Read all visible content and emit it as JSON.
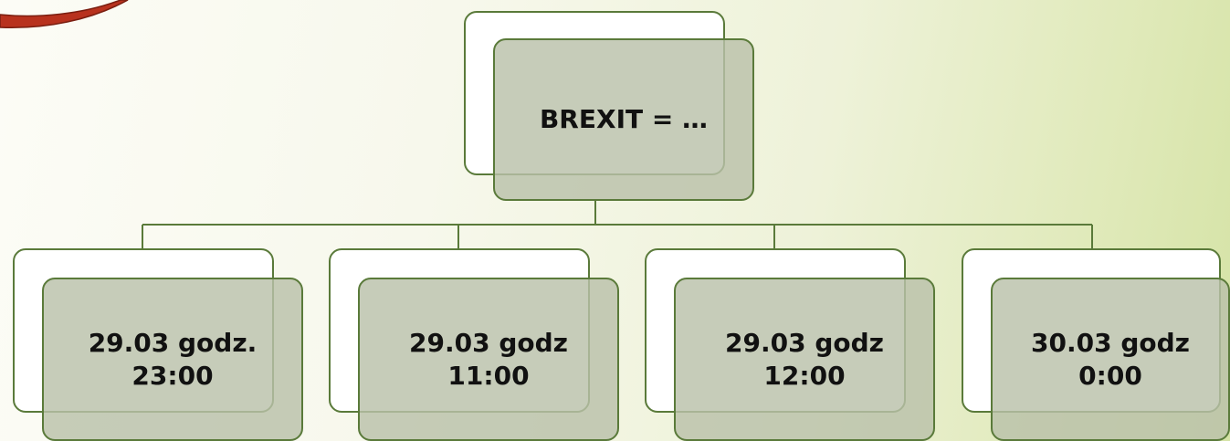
{
  "colors": {
    "border": "#5a7a3a",
    "front_fill": "#b9c1aa",
    "back_fill": "#ffffff",
    "connector": "#5a7a3a",
    "swoosh": "#b8321e"
  },
  "root": {
    "label": "BREXIT = …"
  },
  "children": [
    {
      "label": "29.03 godz.\n23:00"
    },
    {
      "label": "29.03 godz\n11:00"
    },
    {
      "label": "29.03 godz\n12:00"
    },
    {
      "label": "30.03 godz\n0:00"
    }
  ]
}
